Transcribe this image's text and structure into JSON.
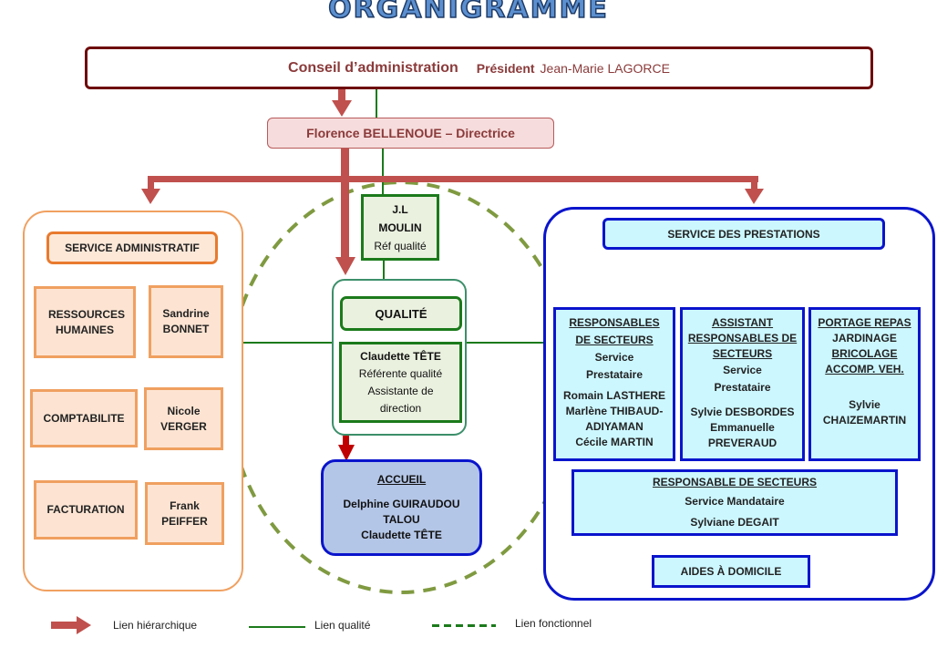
{
  "title": "ORGANIGRAMME",
  "colors": {
    "hierarchy": "#c0504d",
    "quality": "#1b7a1b",
    "functional": "#7f9a40",
    "admin_border": "#f0a060",
    "services_border": "#0a14cc",
    "board_border": "#6e0b0b"
  },
  "board": {
    "label": "Conseil d’administration",
    "president_label": "Président",
    "president_name": "Jean-Marie LAGORCE"
  },
  "director": {
    "label": "Florence BELLENOUE – Directrice"
  },
  "admin": {
    "title": "SERVICE ADMINISTRATIF",
    "rows": [
      {
        "dept": "RESSOURCES HUMAINES",
        "first": "Sandrine",
        "last": "BONNET"
      },
      {
        "dept": "COMPTABILITE",
        "first": "Nicole",
        "last": "VERGER"
      },
      {
        "dept": "FACTURATION",
        "first": "Frank",
        "last": "PEIFFER"
      }
    ]
  },
  "quality": {
    "ref": {
      "line1": "J.L",
      "line2": "MOULIN",
      "line3": "Réf qualité"
    },
    "title": "QUALITÉ",
    "person": "Claudette TÊTE",
    "role1": "Référente qualité",
    "role2": "Assistante de",
    "role3": "direction"
  },
  "accueil": {
    "title": "ACCUEIL",
    "line1": "Delphine GUIRAUDOU",
    "line2": "TALOU",
    "line3": "Claudette TÊTE"
  },
  "services": {
    "title": "SERVICE DES PRESTATIONS",
    "col1": {
      "head1": "RESPONSABLES",
      "head2": "DE SECTEURS",
      "sub1": "Service",
      "sub2": "Prestataire",
      "p1": "Romain LASTHERE",
      "p2": "Marlène THIBAUD-",
      "p3": "ADIYAMAN",
      "p4": "Cécile MARTIN"
    },
    "col2": {
      "head1": "ASSISTANT",
      "head2": "RESPONSABLES DE",
      "head3": "SECTEURS",
      "sub1": "Service",
      "sub2": "Prestataire",
      "p1": "Sylvie DESBORDES",
      "p2": "Emmanuelle",
      "p3": "PREVERAUD"
    },
    "col3": {
      "head1": "PORTAGE REPAS",
      "head2": "JARDINAGE",
      "head3": "BRICOLAGE",
      "head4": "ACCOMP. VEH.",
      "p1": "Sylvie",
      "p2": "CHAIZEMARTIN"
    },
    "mandataire": {
      "head": "RESPONSABLE DE SECTEURS",
      "sub": "Service Mandataire",
      "person": "Sylviane DEGAIT"
    },
    "aides": "AIDES À DOMICILE"
  },
  "legend": {
    "hierarchy": "Lien hiérarchique",
    "quality": "Lien qualité",
    "functional": "Lien fonctionnel"
  }
}
